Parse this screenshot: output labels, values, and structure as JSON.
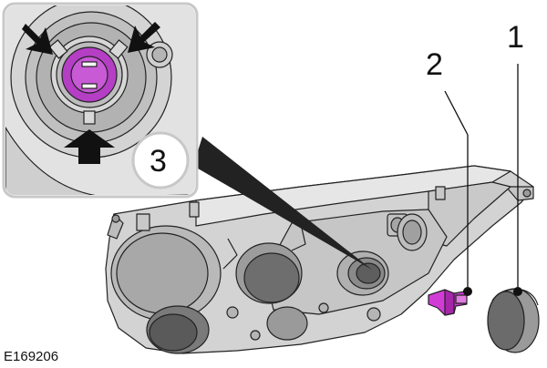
{
  "figure_code": "E169206",
  "callouts": [
    "1",
    "2",
    "3"
  ],
  "colors": {
    "bulb_highlight": "#b43ec4",
    "part_highlight": "#d23cd6",
    "housing_fill": "#d6d6d6",
    "housing_dark": "#8a8a8a",
    "inset_border": "#c8c8c8",
    "outline": "#222222"
  },
  "icons": [
    "arrow-icon",
    "arrow-icon",
    "arrow-icon"
  ]
}
